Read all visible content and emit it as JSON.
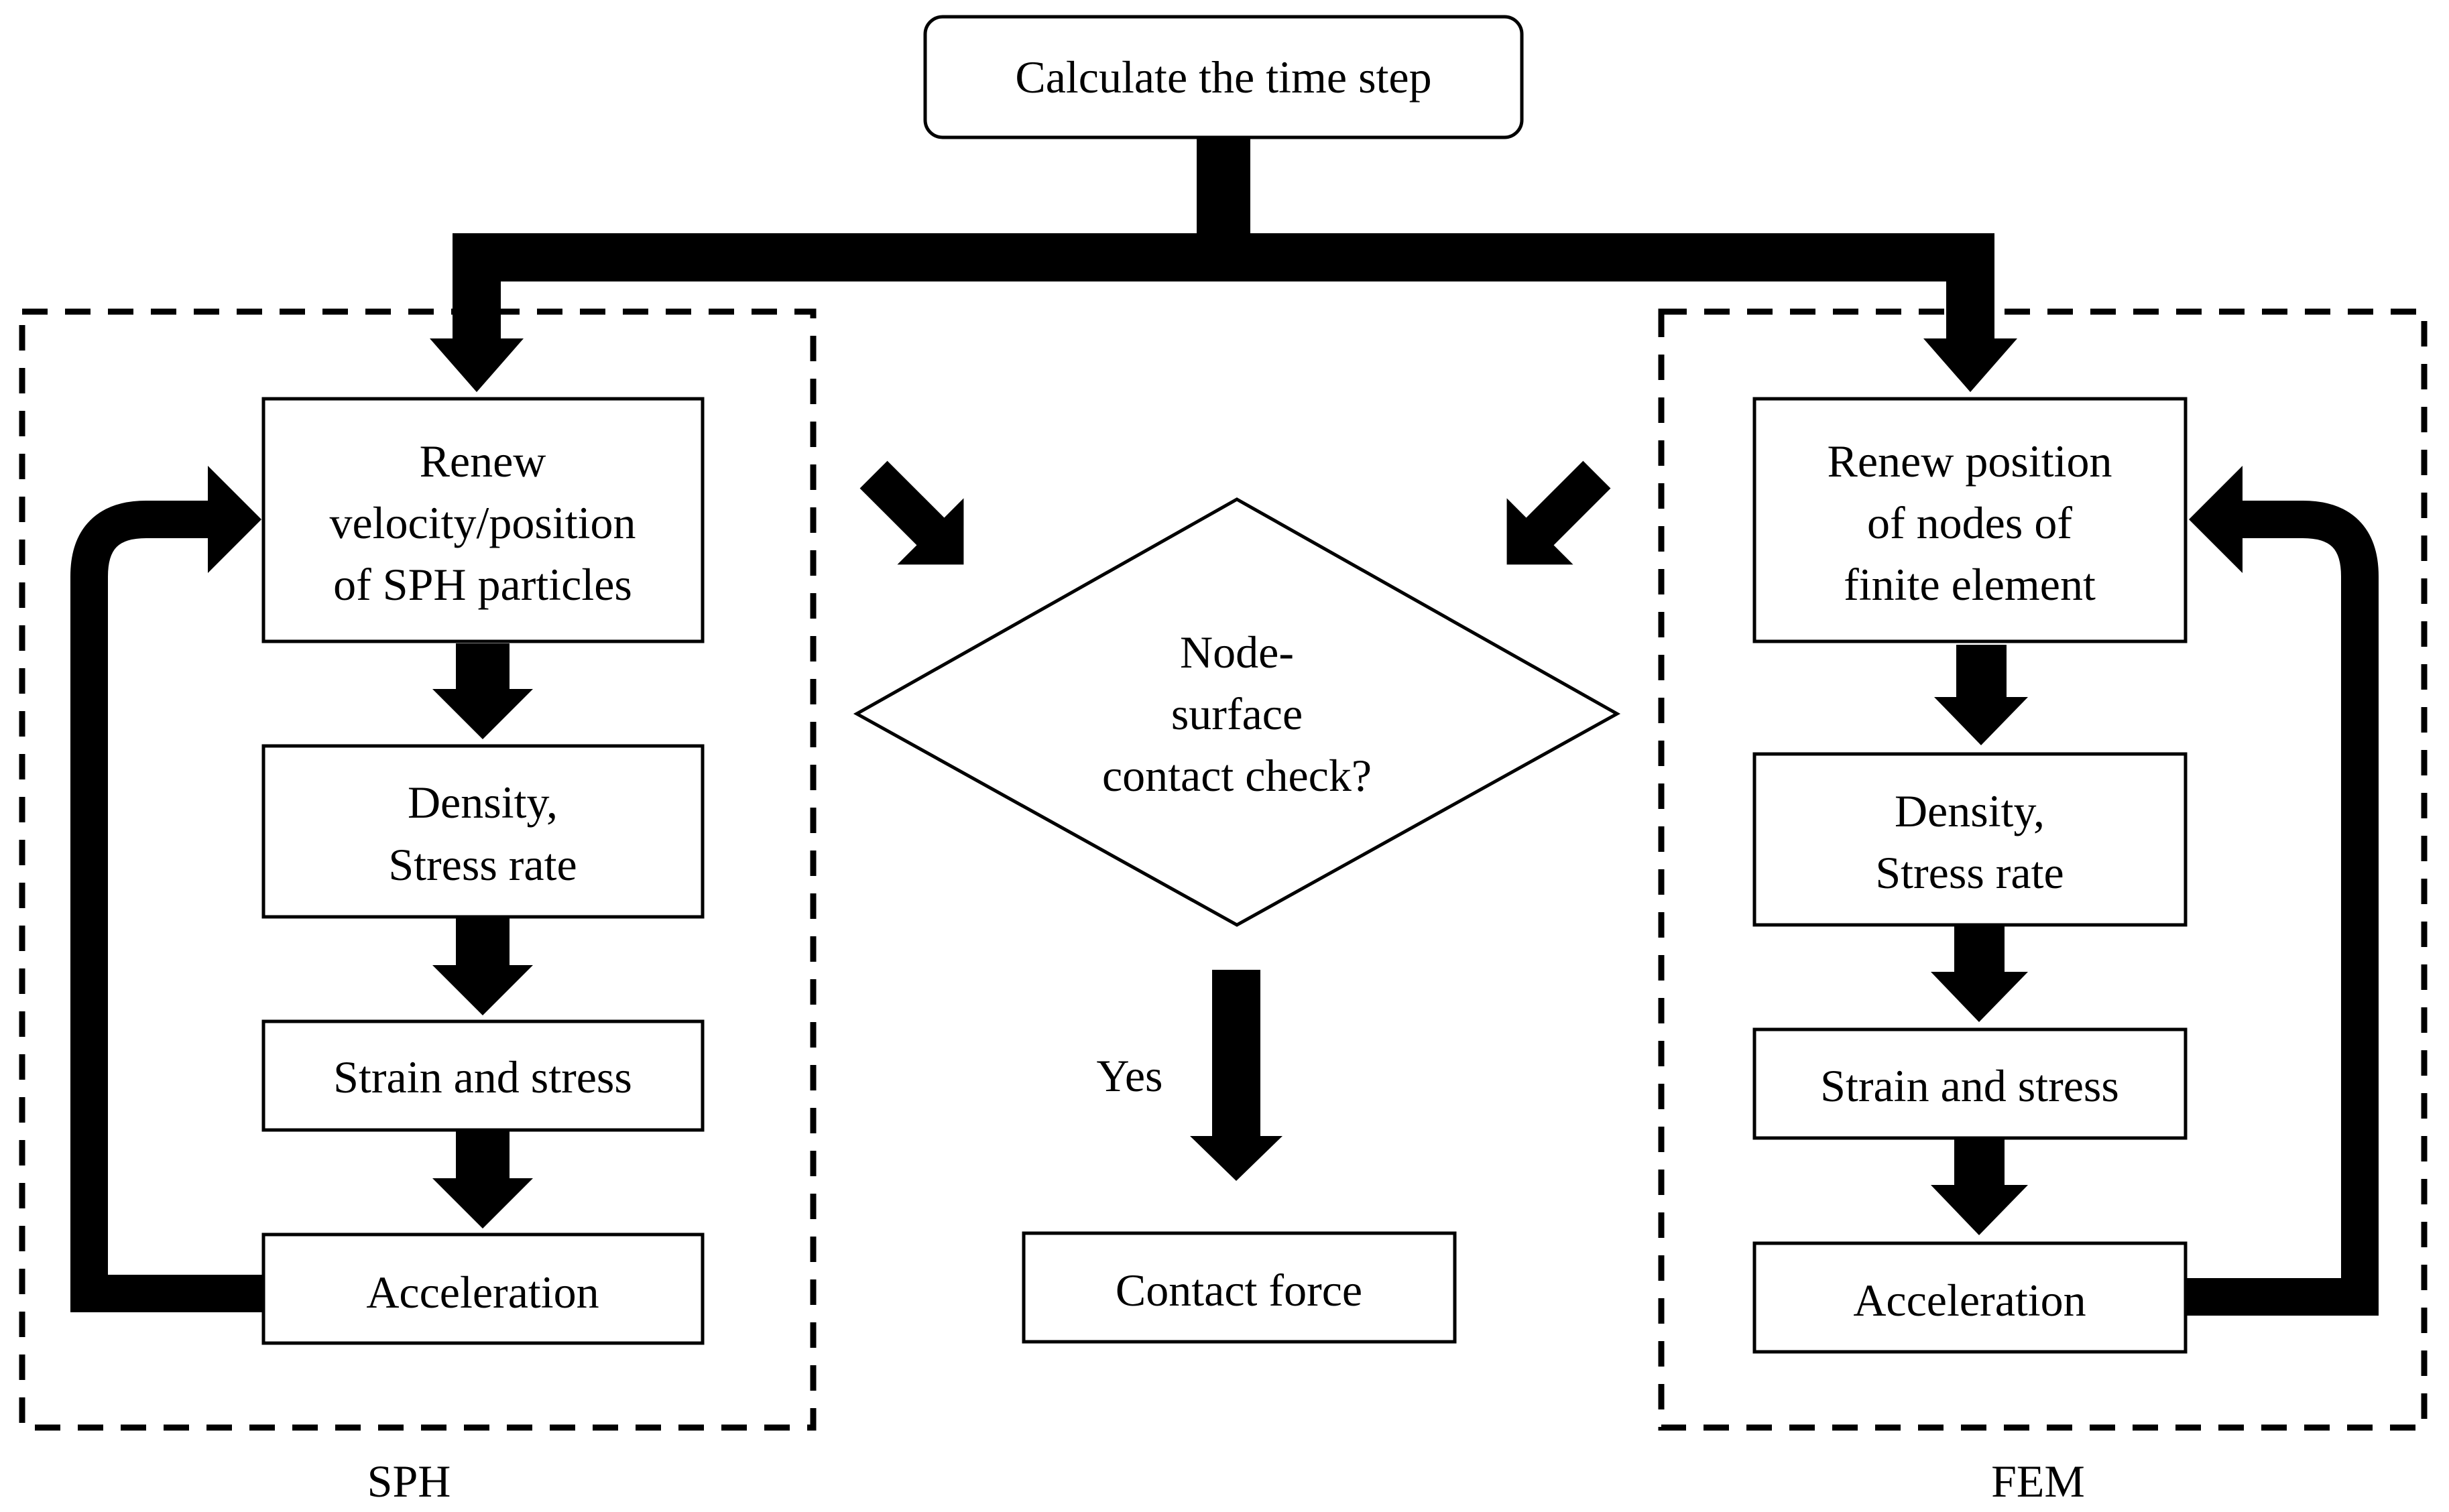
{
  "top_box": {
    "label": "Calculate the time step"
  },
  "sph": {
    "group_label": "SPH",
    "steps": [
      {
        "lines": [
          "Renew",
          "velocity/position",
          "of SPH particles"
        ]
      },
      {
        "lines": [
          "Density,",
          "Stress rate"
        ]
      },
      {
        "lines": [
          "Strain and stress"
        ]
      },
      {
        "lines": [
          "Acceleration"
        ]
      }
    ]
  },
  "fem": {
    "group_label": "FEM",
    "steps": [
      {
        "lines": [
          "Renew position",
          "of nodes of",
          "finite element"
        ]
      },
      {
        "lines": [
          "Density,",
          "Stress rate"
        ]
      },
      {
        "lines": [
          "Strain and stress"
        ]
      },
      {
        "lines": [
          "Acceleration"
        ]
      }
    ]
  },
  "decision": {
    "lines": [
      "Node-",
      "surface",
      "contact check?"
    ]
  },
  "yes_label": "Yes",
  "result_box": {
    "label": "Contact force"
  }
}
